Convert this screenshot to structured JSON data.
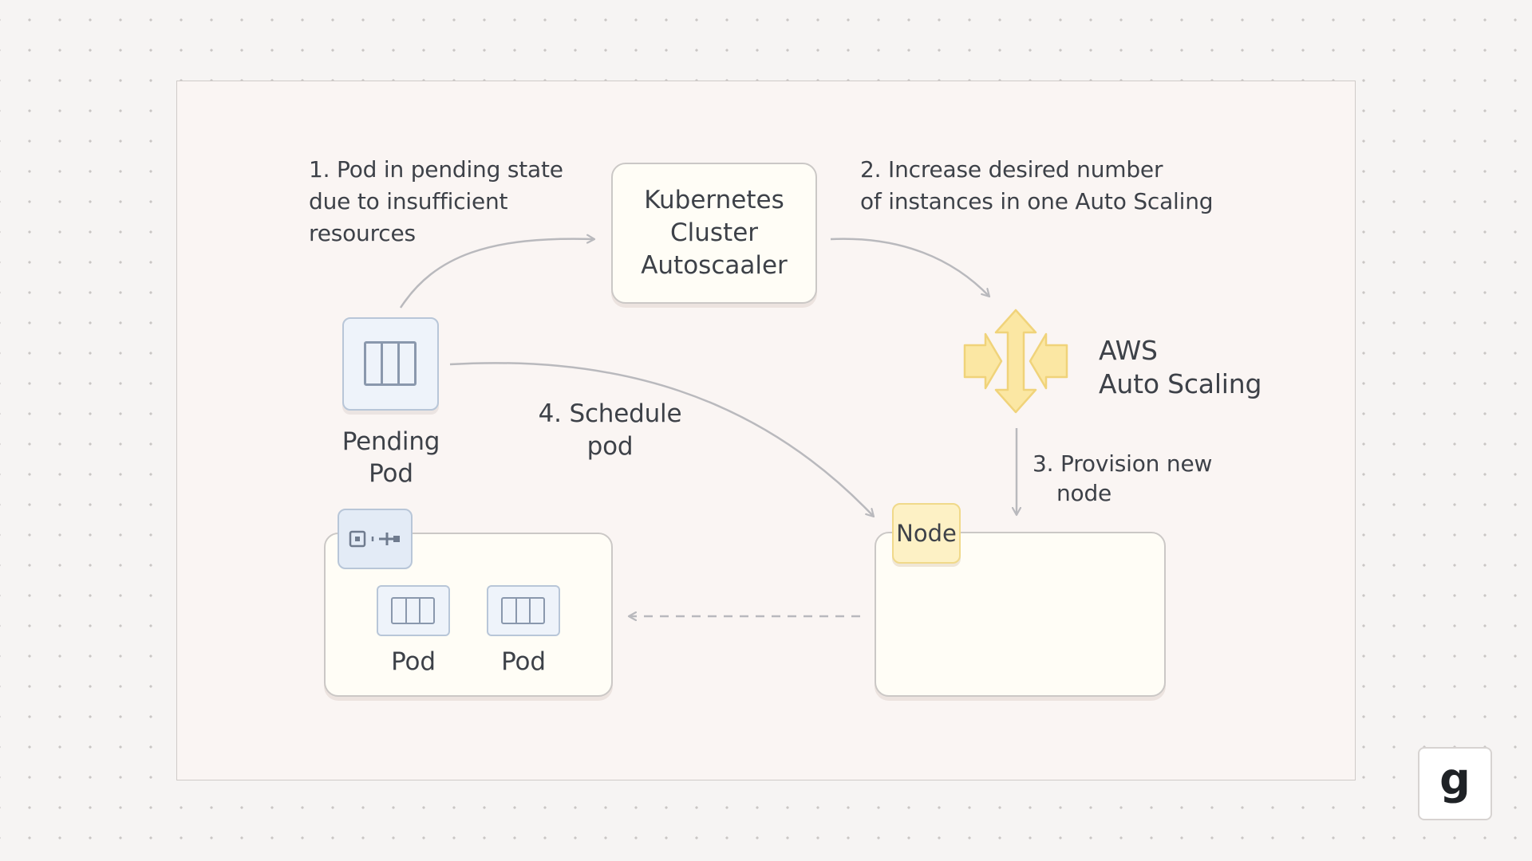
{
  "steps": {
    "step1": [
      "1. Pod in pending state",
      "due to insufficient",
      "resources"
    ],
    "step2": [
      "2. Increase desired number",
      "of instances in one Auto Scaling"
    ],
    "step3": [
      "3. Provision new",
      "node"
    ],
    "step4": [
      "4. Schedule",
      "pod"
    ]
  },
  "autoscaler": {
    "title": "Kubernetes\nCluster\nAutoscaaler"
  },
  "pending_pod": {
    "label_line1": "Pending",
    "label_line2": "Pod"
  },
  "aws": {
    "line1": "AWS",
    "line2": "Auto Scaling",
    "icon": "auto-scaling-arrows-icon",
    "icon_color": "#fbe7a3"
  },
  "existing_node": {
    "pods": [
      "Pod",
      "Pod"
    ],
    "icon": "cluster-node-icon"
  },
  "new_node": {
    "chip_label": "Node",
    "chip_color": "#fdf1c5"
  },
  "brand": {
    "logo_letter": "g"
  },
  "colors": {
    "pod_fill": "#eef3fa",
    "pod_border": "#b8c6d8",
    "connector": "#b9b9bd"
  }
}
